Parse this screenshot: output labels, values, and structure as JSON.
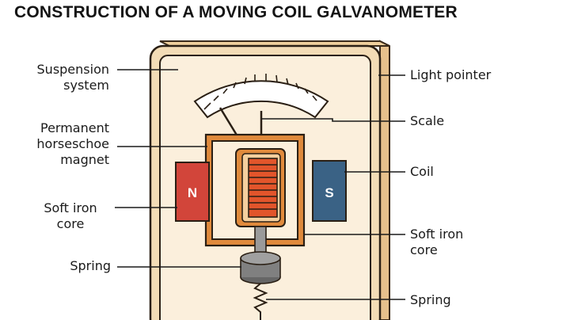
{
  "title": "CONSTRUCTION OF A MOVING COIL GALVANOMETER",
  "labels": {
    "suspension_system": [
      "Suspension",
      "system"
    ],
    "permanent_magnet": [
      "Permanent",
      "horseschoe",
      "magnet"
    ],
    "soft_iron_core_left": [
      "Soft iron",
      "core"
    ],
    "spring_left": "Spring",
    "light_pointer": "Light pointer",
    "scale": "Scale",
    "coil": "Coil",
    "soft_iron_core_right": [
      "Soft iron",
      "core"
    ],
    "spring_right": "Spring"
  },
  "magnets": {
    "north": "N",
    "south": "S"
  },
  "colors": {
    "casing_outer": "#f3dcb6",
    "casing_inner": "#fbefdc",
    "casing_edge": "#e6c08c",
    "frame": "#e08a3c",
    "coil": "#e2552b",
    "north_pole": "#d2453a",
    "south_pole": "#3a6285",
    "spring_body": "#777777"
  }
}
